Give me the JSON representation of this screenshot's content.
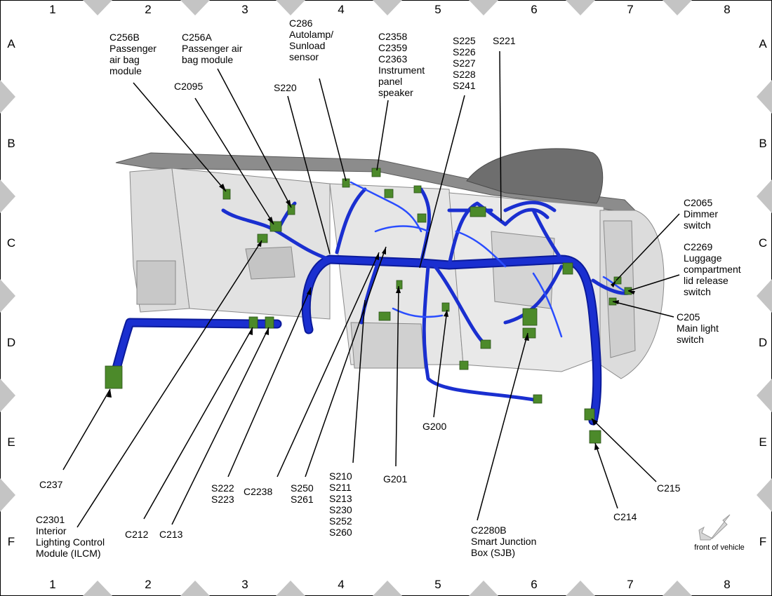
{
  "grid": {
    "columns": [
      "1",
      "2",
      "3",
      "4",
      "5",
      "6",
      "7",
      "8"
    ],
    "rows": [
      "A",
      "B",
      "C",
      "D",
      "E",
      "F"
    ]
  },
  "callouts": [
    {
      "id": "c256b",
      "lines": [
        "C256B",
        "Passenger",
        "air bag",
        "module"
      ]
    },
    {
      "id": "c256a",
      "lines": [
        "C256A",
        "Passenger air",
        "bag module"
      ]
    },
    {
      "id": "c2095",
      "lines": [
        "C2095"
      ]
    },
    {
      "id": "c286",
      "lines": [
        "C286",
        "Autolamp/",
        "Sunload",
        "sensor"
      ]
    },
    {
      "id": "s220",
      "lines": [
        "S220"
      ]
    },
    {
      "id": "c2358",
      "lines": [
        "C2358",
        "C2359",
        "C2363",
        "Instrument",
        "panel",
        "speaker"
      ]
    },
    {
      "id": "s225",
      "lines": [
        "S225",
        "S226",
        "S227",
        "S228",
        "S241"
      ]
    },
    {
      "id": "s221",
      "lines": [
        "S221"
      ]
    },
    {
      "id": "c2065",
      "lines": [
        "C2065",
        "Dimmer",
        "switch"
      ]
    },
    {
      "id": "c2269",
      "lines": [
        "C2269",
        "Luggage",
        "compartment",
        "lid release",
        "switch"
      ]
    },
    {
      "id": "c205",
      "lines": [
        "C205",
        "Main light",
        "switch"
      ]
    },
    {
      "id": "c237",
      "lines": [
        "C237"
      ]
    },
    {
      "id": "c2301",
      "lines": [
        "C2301",
        "Interior",
        "Lighting Control",
        "Module (ILCM)"
      ]
    },
    {
      "id": "c212",
      "lines": [
        "C212"
      ]
    },
    {
      "id": "c213",
      "lines": [
        "C213"
      ]
    },
    {
      "id": "s222",
      "lines": [
        "S222",
        "S223"
      ]
    },
    {
      "id": "c2238",
      "lines": [
        "C2238"
      ]
    },
    {
      "id": "s250",
      "lines": [
        "S250",
        "S261"
      ]
    },
    {
      "id": "s210",
      "lines": [
        "S210",
        "S211",
        "S213",
        "S230",
        "S252",
        "S260"
      ]
    },
    {
      "id": "g201",
      "lines": [
        "G201"
      ]
    },
    {
      "id": "g200",
      "lines": [
        "G200"
      ]
    },
    {
      "id": "c2280b",
      "lines": [
        "C2280B",
        "Smart Junction",
        "Box (SJB)"
      ]
    },
    {
      "id": "c215",
      "lines": [
        "C215"
      ]
    },
    {
      "id": "c214",
      "lines": [
        "C214"
      ]
    }
  ],
  "orientation_note": "front of vehicle",
  "colors": {
    "harness": "#1a2fd0",
    "harness_dark": "#0b1a9a",
    "connector": "#4c8a2a",
    "panel_fill": "#d9d9d9",
    "panel_stroke": "#8a8a8a",
    "border_marker": "#c4c4c4"
  }
}
